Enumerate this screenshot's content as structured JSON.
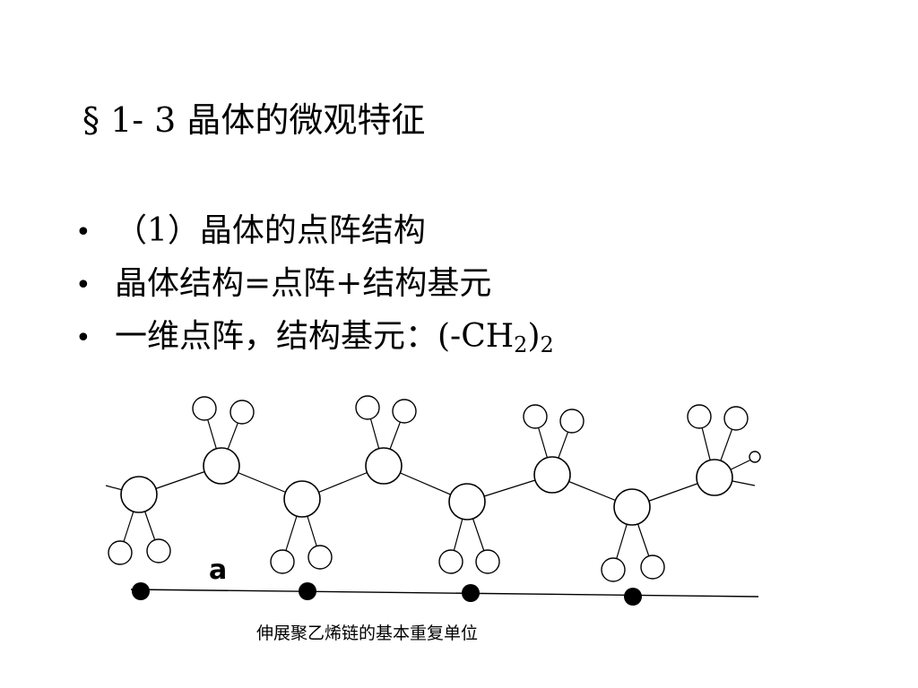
{
  "slide": {
    "title": "§ 1- 3 晶体的微观特征",
    "bullets": [
      {
        "text": "（1）晶体的点阵结构"
      },
      {
        "text": "晶体结构=点阵+结构基元"
      },
      {
        "text_before_sub": "一维点阵，结构基元：(-CH",
        "sub1": "2",
        "text_mid": ")",
        "sub2": "2"
      }
    ],
    "bullet_symbol": "•"
  },
  "diagram": {
    "period_label": "a",
    "caption": "伸展聚乙烯链的基本重复单位",
    "colors": {
      "stroke": "#000000",
      "atom_fill": "#ffffff",
      "lattice_point": "#000000"
    }
  }
}
